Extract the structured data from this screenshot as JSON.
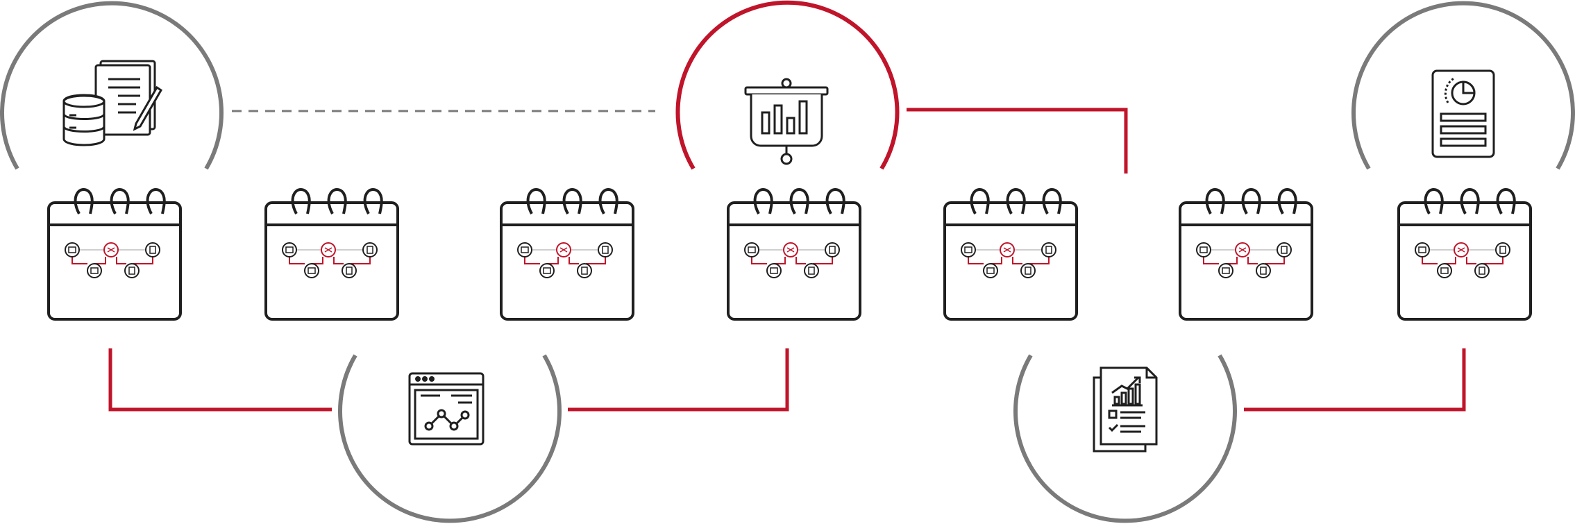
{
  "colors": {
    "gray": "#7a7a7a",
    "red": "#c0142a",
    "black": "#1f1f1f",
    "light": "#e8e8e8",
    "background": "#ffffff"
  },
  "stages": [
    {
      "id": "stage-1",
      "icon": "database-document-icon",
      "arc": "top",
      "arc_color": "gray"
    },
    {
      "id": "stage-2",
      "icon": "browser-chart-icon",
      "arc": "bottom",
      "arc_color": "gray"
    },
    {
      "id": "stage-3",
      "icon": "presentation-board-icon",
      "arc": "top",
      "arc_color": "red"
    },
    {
      "id": "stage-4",
      "icon": "report-document-icon",
      "arc": "bottom",
      "arc_color": "gray"
    },
    {
      "id": "stage-5",
      "icon": "pie-report-icon",
      "arc": "top",
      "arc_color": "gray"
    }
  ],
  "calendars": [
    {
      "id": "calendar-1",
      "icon": "calendar-icon",
      "highlighted_step": 3
    },
    {
      "id": "calendar-2",
      "icon": "calendar-icon",
      "highlighted_step": 3
    },
    {
      "id": "calendar-3",
      "icon": "calendar-icon",
      "highlighted_step": 3
    },
    {
      "id": "calendar-4",
      "icon": "calendar-icon",
      "highlighted_step": 3
    },
    {
      "id": "calendar-5",
      "icon": "calendar-icon",
      "highlighted_step": 3
    },
    {
      "id": "calendar-6",
      "icon": "calendar-icon",
      "highlighted_step": 3
    },
    {
      "id": "calendar-7",
      "icon": "calendar-icon",
      "highlighted_step": 3
    }
  ],
  "connectors": [
    {
      "id": "connector-dashed-top",
      "style": "dashed",
      "color": "gray"
    },
    {
      "id": "connector-red-top",
      "style": "solid",
      "color": "red"
    },
    {
      "id": "connector-red-bottom-1",
      "style": "solid",
      "color": "red"
    },
    {
      "id": "connector-red-bottom-2",
      "style": "solid",
      "color": "red"
    },
    {
      "id": "connector-red-bottom-3",
      "style": "solid",
      "color": "red"
    },
    {
      "id": "connector-red-bottom-4",
      "style": "solid",
      "color": "red"
    }
  ]
}
